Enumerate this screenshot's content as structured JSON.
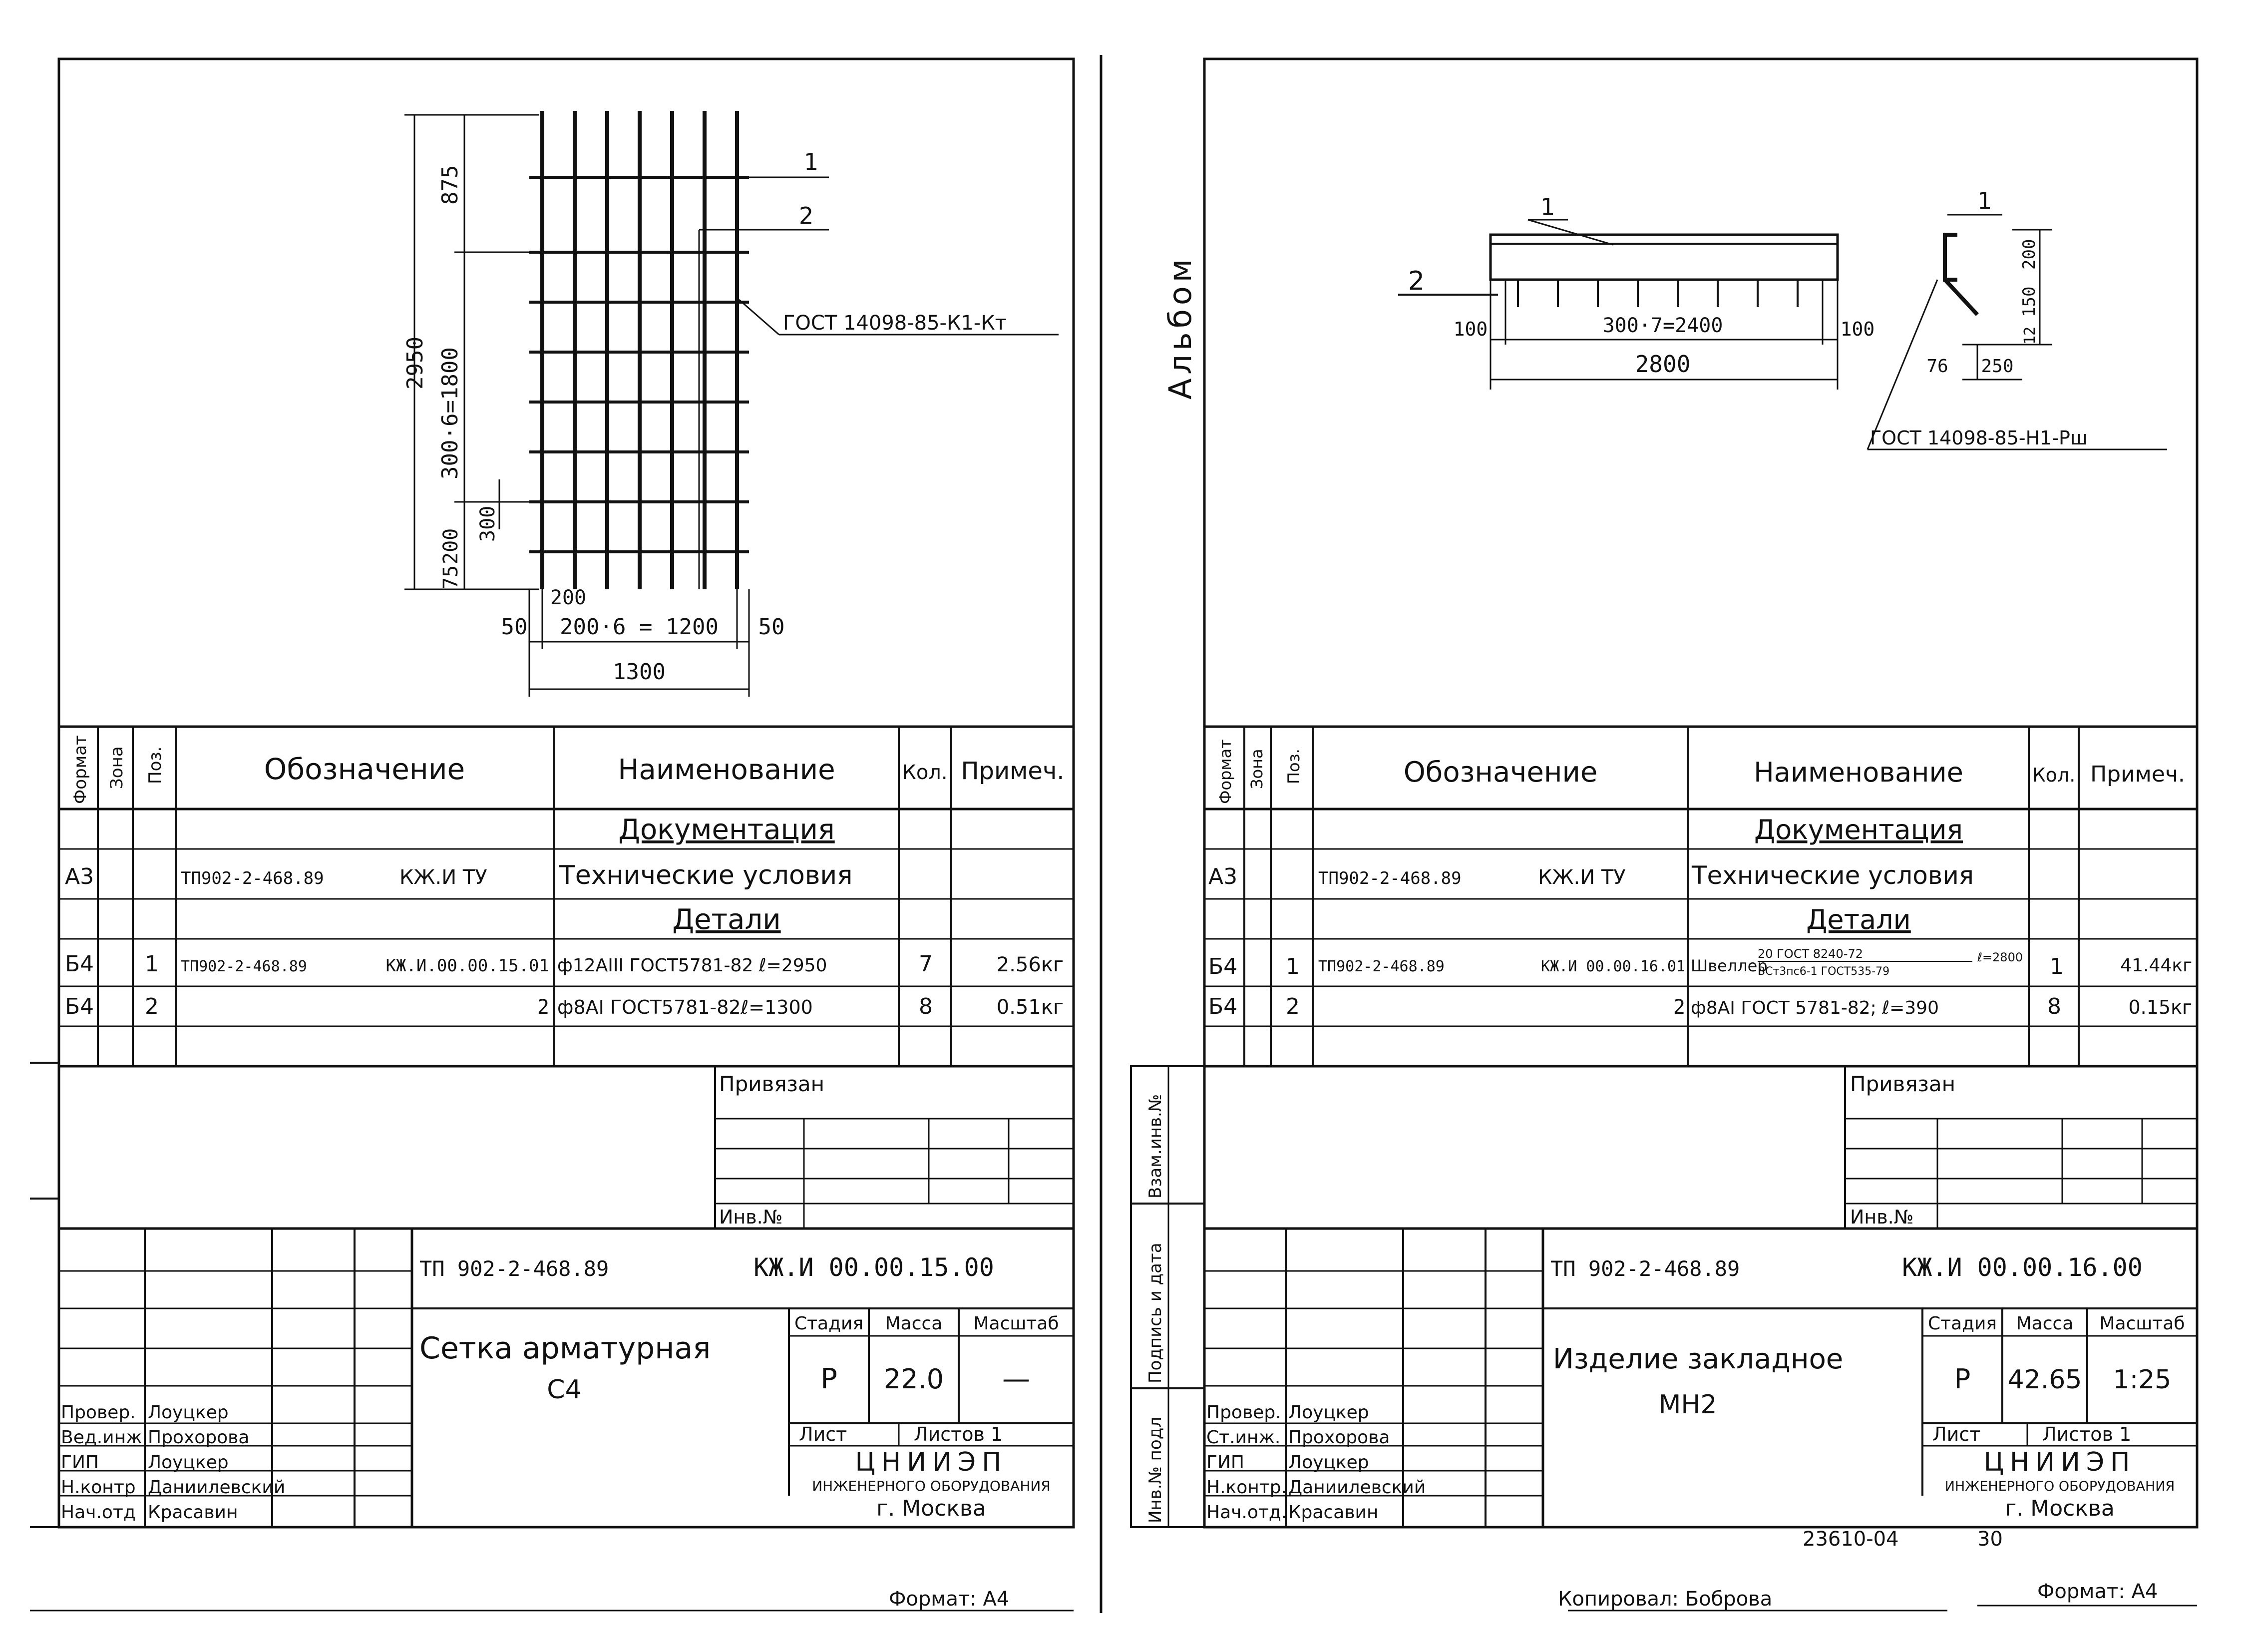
{
  "left_sheet": {
    "drawing": {
      "dim_height_total": "2950",
      "dim_top": "875",
      "dim_middle": "300·6=1800",
      "dim_step": "300",
      "dim_bottom": "200",
      "dim_end": "75",
      "dim_width_total": "1300",
      "dim_width_middle": "200·6 = 1200",
      "dim_width_step": "200",
      "dim_edge_left": "50",
      "dim_edge_right": "50",
      "callout_1": "1",
      "callout_2": "2",
      "gost_note": "ГОСТ 14098-85-К1-Кт"
    },
    "spec": {
      "headers": {
        "format": "Формат",
        "zone": "Зона",
        "pos": "Поз.",
        "designation": "Обозначение",
        "name": "Наименование",
        "qty": "Кол.",
        "note": "Примеч."
      },
      "section_docs": "Документация",
      "row_docs": {
        "format": "А3",
        "designation": "ТП902-2-468.89",
        "designation_code": "КЖ.И ТУ",
        "name": "Технические условия"
      },
      "section_details": "Детали",
      "rows": [
        {
          "format": "Б4",
          "pos": "1",
          "designation": "ТП902-2-468.89",
          "designation_code": "КЖ.И.00.00.15.01",
          "name": "ф12АIII ГОСТ5781-82 ℓ=2950",
          "qty": "7",
          "note": "2.56кг"
        },
        {
          "format": "Б4",
          "pos": "2",
          "designation": "",
          "designation_code": "2",
          "name": "ф8АI ГОСТ5781-82ℓ=1300",
          "qty": "8",
          "note": "0.51кг"
        }
      ]
    },
    "stamp": {
      "bound_label": "Привязан",
      "inv_label": "Инв.№",
      "project_code": "ТП 902-2-468.89",
      "doc_code": "КЖ.И 00.00.15.00",
      "title_line1": "Сетка арматурная",
      "title_line2": "С4",
      "stage_label": "Стадия",
      "mass_label": "Масса",
      "scale_label": "Масштаб",
      "stage_value": "Р",
      "mass_value": "22.0",
      "scale_value": "—",
      "sheet_label": "Лист",
      "sheets_label": "Листов 1",
      "org_line1": "ЦНИИЭП",
      "org_line2": "ИНЖЕНЕРНОГО ОБОРУДОВАНИЯ",
      "org_line3": "г. Москва",
      "roles": [
        {
          "role": "Провер.",
          "name": "Лоуцкер"
        },
        {
          "role": "Вед.инж",
          "name": "Прохорова"
        },
        {
          "role": "ГИП",
          "name": "Лоуцкер"
        },
        {
          "role": "Н.контр",
          "name": "Даниилевский"
        },
        {
          "role": "Нач.отд",
          "name": "Красавин"
        }
      ]
    },
    "format_note": "Формат: А4"
  },
  "right_sheet": {
    "album_label": "Альбом",
    "drawing": {
      "callout_1": "1",
      "callout_2": "2",
      "dim_left": "100",
      "dim_middle": "300·7=2400",
      "dim_right": "100",
      "dim_total": "2800",
      "section_callout": "1",
      "section_dim_a": "200",
      "section_dim_b": "150",
      "section_dim_c": "12",
      "section_dim_d": "76",
      "section_dim_e": "250",
      "gost_note": "ГОСТ 14098-85-Н1-Рш"
    },
    "spec": {
      "headers": {
        "format": "Формат",
        "zone": "Зона",
        "pos": "Поз.",
        "designation": "Обозначение",
        "name": "Наименование",
        "qty": "Кол.",
        "note": "Примеч."
      },
      "section_docs": "Документация",
      "row_docs": {
        "format": "А3",
        "designation": "ТП902-2-468.89",
        "designation_code": "КЖ.И ТУ",
        "name": "Технические условия"
      },
      "section_details": "Детали",
      "rows": [
        {
          "format": "Б4",
          "pos": "1",
          "designation": "ТП902-2-468.89",
          "designation_code": "КЖ.И 00.00.16.01",
          "name": "Швеллер",
          "name_fraction_top": "20 ГОСТ 8240-72",
          "name_fraction_bottom": "ВСт3пс6-1 ГОСТ535-79",
          "name_suffix": "ℓ=2800",
          "qty": "1",
          "note": "41.44кг"
        },
        {
          "format": "Б4",
          "pos": "2",
          "designation": "",
          "designation_code": "2",
          "name": "ф8АI ГОСТ 5781-82; ℓ=390",
          "qty": "8",
          "note": "0.15кг"
        }
      ]
    },
    "side_labels": {
      "swap_inv": "Взам.инв.№",
      "sign_date": "Подпись и дата",
      "inv_orig": "Инв.№ подл"
    },
    "stamp": {
      "bound_label": "Привязан",
      "inv_label": "Инв.№",
      "project_code": "ТП 902-2-468.89",
      "doc_code": "КЖ.И 00.00.16.00",
      "title_line1": "Изделие закладное",
      "title_line2": "МН2",
      "stage_label": "Стадия",
      "mass_label": "Масса",
      "scale_label": "Масштаб",
      "stage_value": "Р",
      "mass_value": "42.65",
      "scale_value": "1:25",
      "sheet_label": "Лист",
      "sheets_label": "Листов 1",
      "org_line1": "ЦНИИЭП",
      "org_line2": "ИНЖЕНЕРНОГО ОБОРУДОВАНИЯ",
      "org_line3": "г. Москва",
      "roles": [
        {
          "role": "Провер.",
          "name": "Лоуцкер"
        },
        {
          "role": "Ст.инж.",
          "name": "Прохорова"
        },
        {
          "role": "ГИП",
          "name": "Лоуцкер"
        },
        {
          "role": "Н.контр.",
          "name": "Даниилевский"
        },
        {
          "role": "Нач.отд.",
          "name": "Красавин"
        }
      ]
    },
    "copy_note": "Копировал: Боброва",
    "format_note": "Формат: А4",
    "page_code": "23610-04",
    "page_number": "30"
  }
}
